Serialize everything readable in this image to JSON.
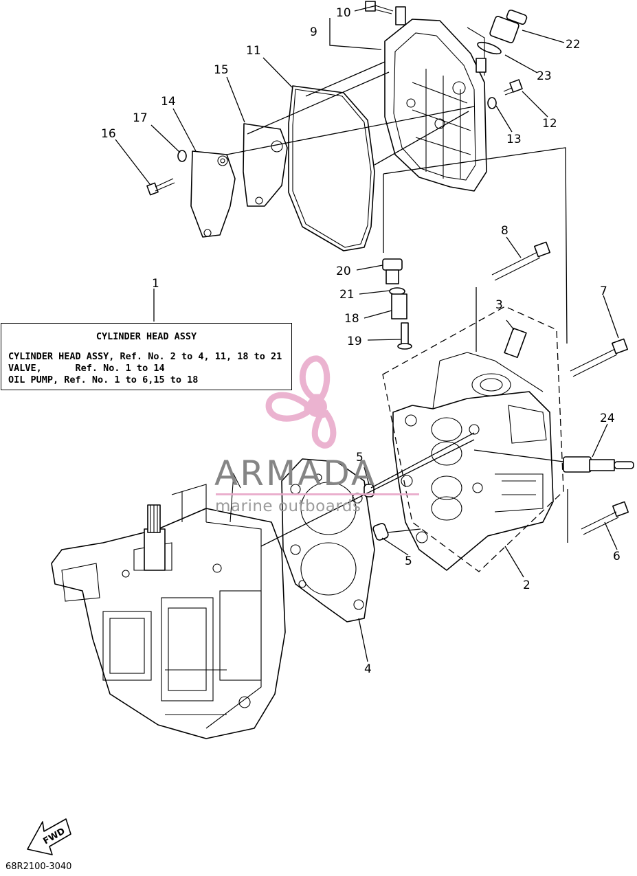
{
  "diagram": {
    "callouts": [
      "1",
      "2",
      "3",
      "4",
      "5",
      "5",
      "6",
      "7",
      "8",
      "9",
      "10",
      "11",
      "12",
      "13",
      "14",
      "15",
      "16",
      "17",
      "18",
      "19",
      "20",
      "21",
      "22",
      "23",
      "24"
    ],
    "info_box": {
      "title": "CYLINDER HEAD ASSY",
      "lines": [
        "CYLINDER HEAD ASSY, Ref. No. 2 to 4, 11, 18 to 21",
        "VALVE,      Ref. No. 1 to 14",
        "OIL PUMP, Ref. No. 1 to 6,15 to 18"
      ]
    },
    "fwd_label": "FWD",
    "doc_code": "68R2100-3040"
  },
  "watermark": {
    "brand": "ARMADA",
    "tagline": "marine outboards",
    "accent_color": "#e8a6c8"
  }
}
